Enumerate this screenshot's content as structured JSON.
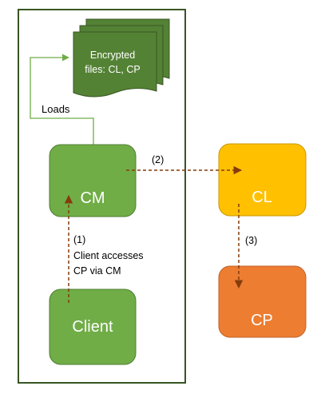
{
  "colors": {
    "container_border": "#375623",
    "green_fill": "#70ad47",
    "green_border": "#507e32",
    "doc_fill": "#548235",
    "doc_border": "#385723",
    "yellow_fill": "#ffc000",
    "yellow_border": "#c99700",
    "orange_fill": "#ed7d31",
    "orange_border": "#c0622a",
    "arrow_dashed": "#843c0c",
    "arrow_solid": "#70ad47"
  },
  "nodes": {
    "encrypted_files": {
      "line1": "Encrypted",
      "line2": "files: CL, CP"
    },
    "cm": {
      "label": "CM"
    },
    "client": {
      "label": "Client"
    },
    "cl": {
      "label": "CL"
    },
    "cp": {
      "label": "CP"
    }
  },
  "edges": {
    "loads": {
      "label": "Loads"
    },
    "step1": {
      "number": "(1)",
      "line1": "Client accesses",
      "line2": "CP via CM"
    },
    "step2": {
      "number": "(2)"
    },
    "step3": {
      "number": "(3)"
    }
  }
}
